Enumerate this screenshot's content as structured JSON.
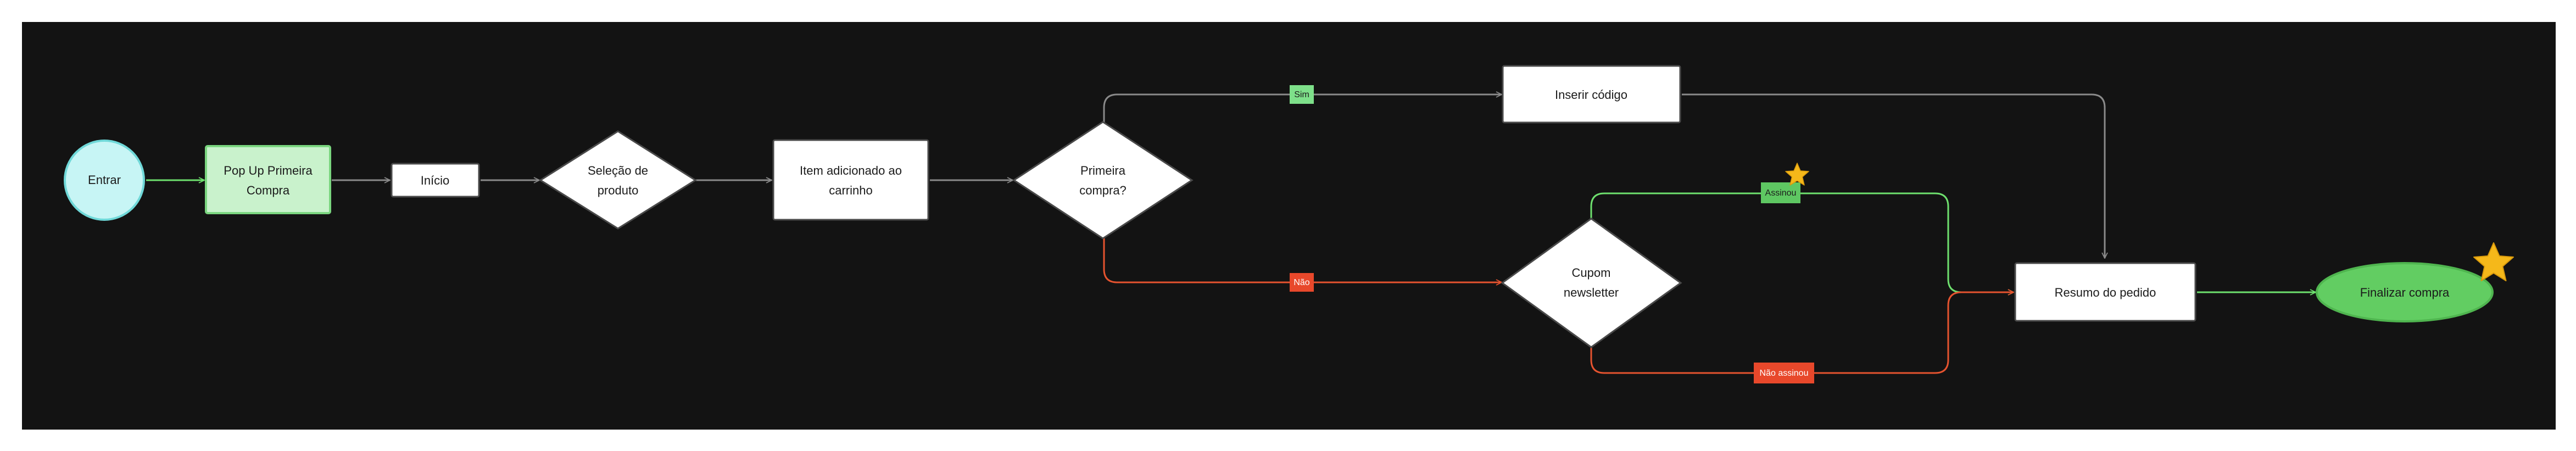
{
  "colors": {
    "board": "#131313",
    "page": "#ffffff",
    "gray_edge": "#8a8a8a",
    "green_edge": "#6ee06e",
    "red_edge": "#e5532f",
    "start_fill": "#c7f5f5",
    "start_stroke": "#6fd8d8",
    "popup_fill": "#c9f2cc",
    "popup_stroke": "#7ad67f",
    "end_fill": "#62cd62",
    "end_stroke": "#4fb54f",
    "node_fill": "#ffffff",
    "node_stroke": "#4a4a4a",
    "sim_badge": "#7ee08a",
    "nao_badge": "#e8482b",
    "assinou_badge": "#5ec762",
    "nao_assinou_badge": "#e8482b",
    "star": "#f5b81a"
  },
  "nodes": {
    "entrar": {
      "label": "Entrar",
      "shape": "circle"
    },
    "popup": {
      "line1": "Pop Up Primeira",
      "line2": "Compra",
      "shape": "rectangle"
    },
    "inicio": {
      "label": "Início",
      "shape": "rectangle"
    },
    "selecao": {
      "line1": "Seleção de",
      "line2": "produto",
      "shape": "diamond"
    },
    "item": {
      "line1": "Item adicionado ao",
      "line2": "carrinho",
      "shape": "rectangle"
    },
    "primeira": {
      "line1": "Primeira",
      "line2": "compra?",
      "shape": "diamond"
    },
    "inserir": {
      "label": "Inserir código",
      "shape": "rectangle"
    },
    "cupom": {
      "line1": "Cupom",
      "line2": "newsletter",
      "shape": "diamond"
    },
    "resumo": {
      "label": "Resumo do pedido",
      "shape": "rectangle"
    },
    "finalizar": {
      "label": "Finalizar compra",
      "shape": "ellipse"
    }
  },
  "edges": [
    {
      "from": "entrar",
      "to": "popup",
      "color": "green"
    },
    {
      "from": "popup",
      "to": "inicio",
      "color": "gray"
    },
    {
      "from": "inicio",
      "to": "selecao",
      "color": "gray"
    },
    {
      "from": "selecao",
      "to": "item",
      "color": "gray"
    },
    {
      "from": "item",
      "to": "primeira",
      "color": "gray"
    },
    {
      "from": "primeira",
      "to": "inserir",
      "color": "gray",
      "label": "Sim"
    },
    {
      "from": "primeira",
      "to": "cupom",
      "color": "red",
      "label": "Não"
    },
    {
      "from": "inserir",
      "to": "resumo",
      "color": "gray"
    },
    {
      "from": "cupom",
      "to": "resumo",
      "color": "green",
      "label": "Assinou"
    },
    {
      "from": "cupom",
      "to": "resumo",
      "color": "red",
      "label": "Não assinou"
    },
    {
      "from": "resumo",
      "to": "finalizar",
      "color": "green"
    }
  ],
  "edge_labels": {
    "sim": "Sim",
    "nao": "Não",
    "assinou": "Assinou",
    "nao_assinou": "Não assinou"
  },
  "stars": [
    "star-icon on Assinou",
    "star-icon on Finalizar compra"
  ]
}
